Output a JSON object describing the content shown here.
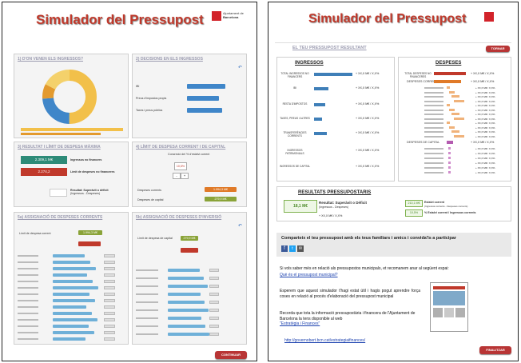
{
  "left": {
    "title": "Simulador del Pressupost",
    "logo_text": [
      "Ajuntament de",
      "Barcelona"
    ],
    "panel1_title": "1) D'ON VENEN ELS INGRESSOS?",
    "panel2_title": "2) DECISIONS EN ELS INGRESSOS",
    "panel3_title": "3) RESULTAT I LÍMIT DE DESPESA MÀXIMA",
    "panel4_title": "4) LÍMIT DE DESPESA CORRENT I DE CAPITAL",
    "panel5_title": "5a) ASSIGNACIÓ DE DESPESES CORRENTS",
    "panel6_title": "5b) ASSIGNACIÓ DE DESPESES D'INVERSIÓ",
    "p2_rows": [
      "IBI",
      "Preus d'impostos propis",
      "Taxes i preus públics"
    ],
    "p3_value1": "2.309,1 M€",
    "p3_label1": "Ingressos no financers",
    "p3_value2": "2.274,2",
    "p3_label2": "Límit de despeses no financeres",
    "p3_result_label": "Resultat: Superàvit o dèficit",
    "p3_result_sub": "(Ingressos - Despeses)",
    "p4_label": "Concreció del % d'estalvi corrent",
    "p4_pct": "10,5%",
    "p4_row1": "Despeses corrents",
    "p4_row2": "Despeses de capital",
    "p4_val1": "1.994,3 M€",
    "p4_val2": "279,9 M€",
    "p5_top_label": "Límit de despesa corrent",
    "p5_top_value": "1.994,3 M€",
    "p6_top_label": "Límit de despesa de capital",
    "p6_top_value": "279,9 M€",
    "continue_label": "CONTINUAR"
  },
  "right": {
    "title": "Simulador del Pressupost",
    "section_title": "EL TEU PRESSUPOST RESULTANT",
    "back_label": "TORNAR",
    "ingressos_header": "INGRESSOS",
    "despeses_header": "DESPESES",
    "ingressos_rows": [
      "TOTAL INGRESSOS NO FINANCERS",
      "IBI",
      "RESTA D'IMPOSTOS",
      "TAXES, PREUS I ALTRES",
      "TRANSFERÈNCIES CORRENTS",
      "INGRESSOS PATRIMONIALS",
      "INGRESSOS DE CAPITAL"
    ],
    "despeses_rows": [
      "TOTAL DESPESES NO FINANCERES",
      "DESPESES CORRENTS",
      "DESPESES DE CAPITAL"
    ],
    "value_label": "+ XX,X M€ / X,X%",
    "results_title": "RESULTATS PRESSUPOSTARIS",
    "result_value": "18,1 M€",
    "result_label": "Resultat: Superàvit o Dèficit",
    "result_sub": "(Ingressos - Despeses)",
    "saving_value": "210,1 M€",
    "saving_label": "Estalvi corrent",
    "saving_sub": "(Ingressos corrents - Despeses corrents)",
    "saving_pct": "10,5%",
    "saving_pct_label": "% Estalvi corrent / Ingressos corrents",
    "share_text": "Comparteix el teu pressupost amb els teus familiars i amics i convida'ls a participar",
    "more_text": "Si vols saber més en relació als pressupostos municipals, et recomanem anar al següent espai:",
    "more_link": "Què és el pressupost municipal?",
    "hope_text": "Esperem que aquest simulador t'hagi estat útil i hagis pogut aprendre força coses en relació al procés d'elaboració del pressupost municipal",
    "recorda_text": "Recorda que tota la informació pressupostària i financera de l'Ajuntament de Barcelona la tens disponible al web",
    "recorda_link": "\"Estratègia i Finances\"",
    "url": "http://governobert.bcn.cat/estrategiaifinances/",
    "finish_label": "FINALITZAR"
  }
}
